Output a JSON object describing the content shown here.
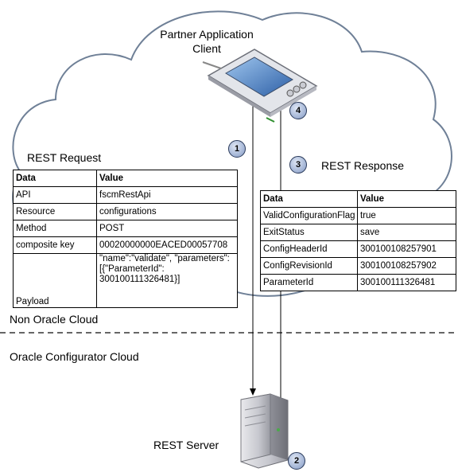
{
  "client_label_line1": "Partner Application",
  "client_label_line2": "Client",
  "server_label": "REST Server",
  "zone_top": "Non Oracle Cloud",
  "zone_bottom": "Oracle Configurator Cloud",
  "request": {
    "title": "REST Request",
    "header": [
      "Data",
      "Value"
    ],
    "rows": [
      [
        "API",
        "fscmRestApi"
      ],
      [
        "Resource",
        "configurations"
      ],
      [
        "Method",
        "POST"
      ],
      [
        "composite key",
        "00020000000EACED00057708"
      ],
      [
        "Payload",
        "\"name\":\"validate\", \"parameters\": [{\"ParameterId\": 300100111326481}]"
      ]
    ]
  },
  "response": {
    "title": "REST Response",
    "header": [
      "Data",
      "Value"
    ],
    "rows": [
      [
        "ValidConfigurationFlag",
        "true"
      ],
      [
        "ExitStatus",
        "save"
      ],
      [
        "ConfigHeaderId",
        "300100108257901"
      ],
      [
        "ConfigRevisionId",
        "300100108257902"
      ],
      [
        "ParameterId",
        "300100111326481"
      ]
    ]
  },
  "steps": [
    "1",
    "2",
    "3",
    "4"
  ]
}
